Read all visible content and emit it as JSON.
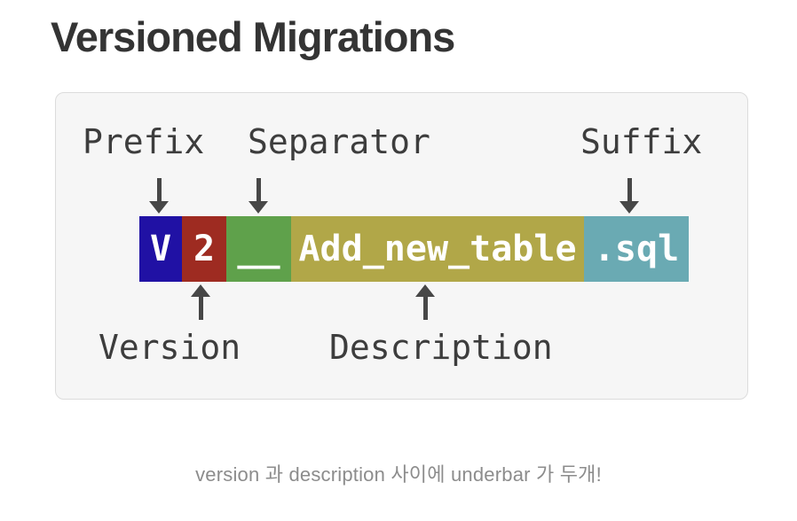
{
  "page": {
    "title": "Versioned Migrations",
    "caption": "version 과 description 사이에 underbar 가 두개!"
  },
  "diagram": {
    "top_labels": [
      {
        "label": "Prefix"
      },
      {
        "label": "Separator"
      },
      {
        "label": "Suffix"
      }
    ],
    "bottom_labels": [
      {
        "label": "Version"
      },
      {
        "label": "Description"
      }
    ],
    "filename_parts": [
      {
        "name": "prefix",
        "text": "V",
        "color": "#2011a4"
      },
      {
        "name": "version",
        "text": "2",
        "color": "#9e2b21"
      },
      {
        "name": "separator",
        "text": "__",
        "color": "#5fa14b"
      },
      {
        "name": "description",
        "text": "Add_new_table",
        "color": "#b1a748"
      },
      {
        "name": "suffix",
        "text": ".sql",
        "color": "#6aaab3"
      }
    ],
    "full_filename": "V2__Add_new_table.sql",
    "arrow_color": "#474747",
    "segment_text_color": "#ffffff"
  }
}
